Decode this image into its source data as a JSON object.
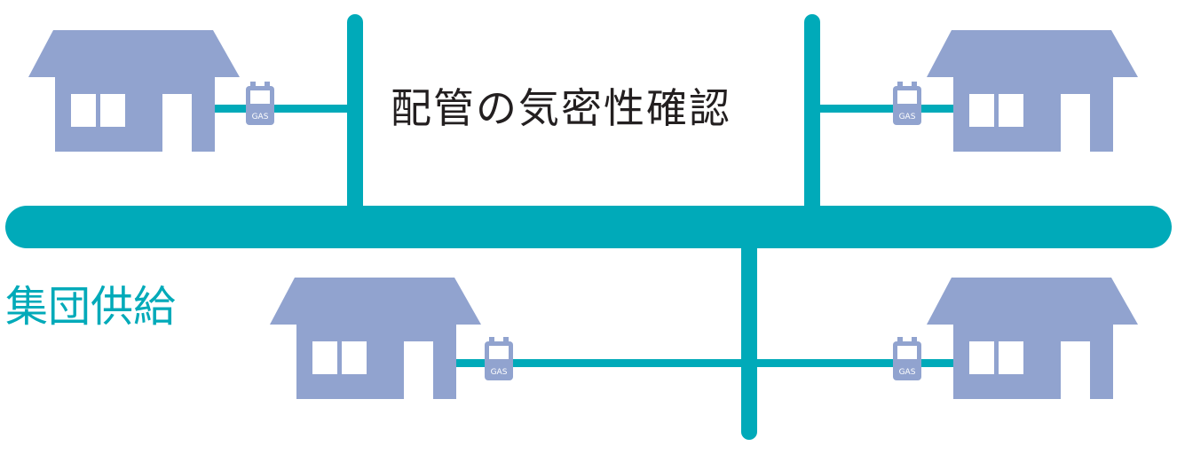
{
  "diagram": {
    "title": "配管の気密性確認",
    "label": "集団供給",
    "meter_label": "GAS",
    "colors": {
      "pipe": "#00aab9",
      "house": "#91a3cf",
      "house_window": "#ffffff",
      "meter_body": "#91a3cf",
      "title_text": "#231f20",
      "label_text": "#00aab9"
    },
    "houses": [
      {
        "name": "house-top-left",
        "meter": true
      },
      {
        "name": "house-top-right",
        "meter": true
      },
      {
        "name": "house-bottom-middle",
        "meter": true
      },
      {
        "name": "house-bottom-right",
        "meter": true
      }
    ]
  }
}
